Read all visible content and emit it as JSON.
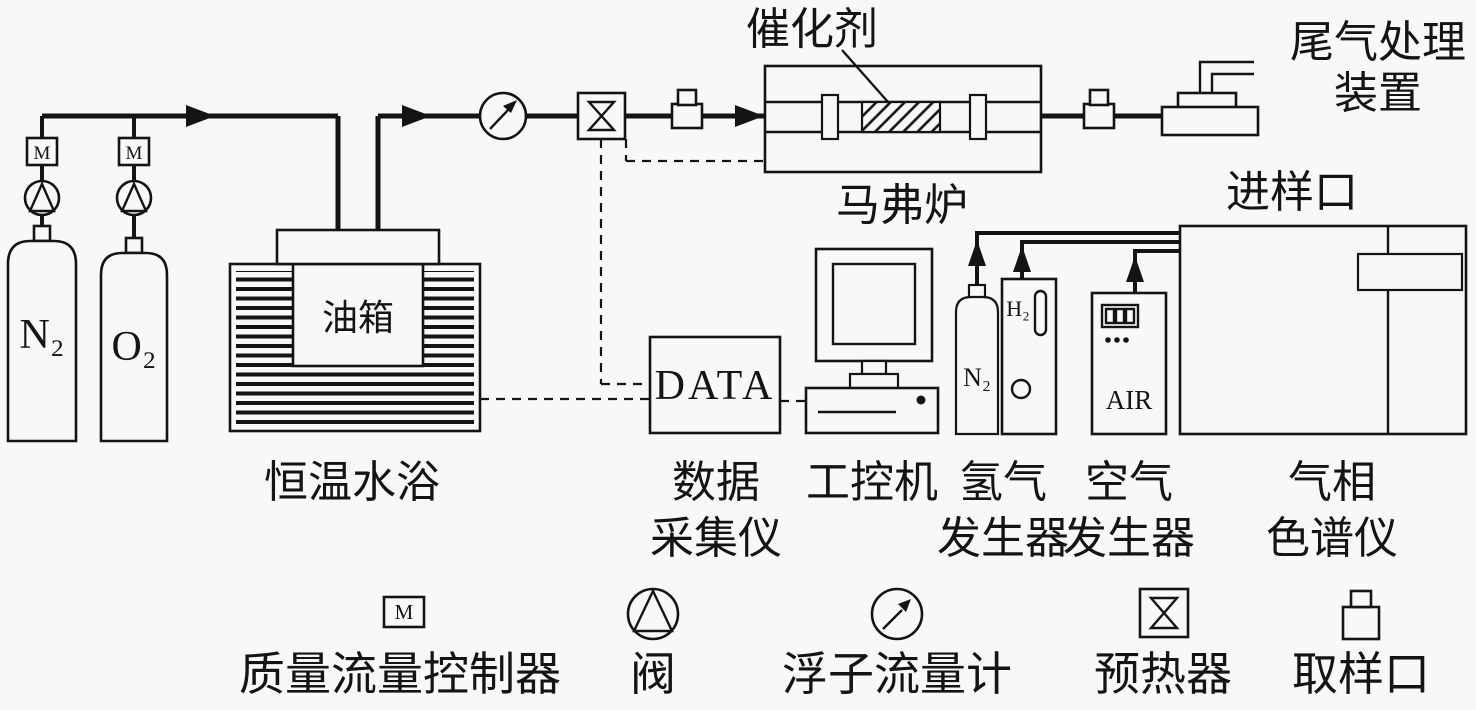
{
  "colors": {
    "background": "#f8f8f8",
    "line": "#141414"
  },
  "gas_supply": {
    "n2_label": "N₂",
    "o2_label": "O₂",
    "mfc_symbol": "M"
  },
  "water_bath": {
    "oil_tank_label": "油箱",
    "caption": "恒温水浴"
  },
  "furnace": {
    "catalyst_label": "催化剂",
    "caption": "马弗炉"
  },
  "tail_gas": {
    "caption_line1": "尾气处理",
    "caption_line2": "装置"
  },
  "data_logger": {
    "box_text": "DATA",
    "caption_line1": "数据",
    "caption_line2": "采集仪"
  },
  "computer": {
    "caption": "工控机"
  },
  "h2_generator": {
    "cylinder_label": "N₂",
    "unit_label": "H₂",
    "caption_line1": "氢气",
    "caption_line2": "发生器"
  },
  "air_generator": {
    "unit_label": "AIR",
    "caption_line1": "空气",
    "caption_line2": "发生器"
  },
  "gas_chromatograph": {
    "inlet_label": "进样口",
    "caption_line1": "气相",
    "caption_line2": "色谱仪"
  },
  "legend": {
    "mfc_symbol": "M",
    "mfc_label": "质量流量控制器",
    "valve_label": "阀",
    "flowmeter_label": "浮子流量计",
    "preheater_label": "预热器",
    "sampling_port_label": "取样口"
  }
}
